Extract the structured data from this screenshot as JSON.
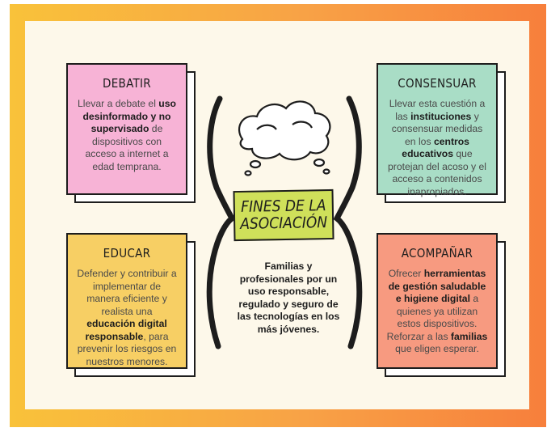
{
  "center": {
    "title_line1": "FINES DE LA",
    "title_line2": "ASOCIACIÓN",
    "description": "Familias y profesionales por un uso responsable, regulado y seguro de las tecnologías en los más jóvenes."
  },
  "cards": {
    "debatir": {
      "title": "DEBATIR",
      "t1": "Llevar a debate el ",
      "b1": "uso desinformado y no supervisado",
      "t2": " de dispositivos con acceso a internet a edad temprana."
    },
    "consensuar": {
      "title": "CONSENSUAR",
      "t1": "Llevar esta cuestión a las ",
      "b1": "instituciones",
      "t2": " y consensuar medidas en los ",
      "b2": "centros educativos",
      "t3": " que protejan del acoso y el acceso a contenidos inapropiados."
    },
    "educar": {
      "title": "EDUCAR",
      "t1": "Defender y contribuir a implementar de manera eficiente y realista una ",
      "b1": "educación digital responsable",
      "t2": ", para prevenir los riesgos en nuestros menores."
    },
    "acompanar": {
      "title": "ACOMPAÑAR",
      "t1": "Ofrecer ",
      "b1": "herramientas de gestión saludable e higiene digital",
      "t2": " a quienes ya utilizan estos dispositivos. Reforzar a las ",
      "b2": "familias",
      "t3": " que eligen esperar."
    }
  },
  "colors": {
    "debatir": "#f7b3d6",
    "consensuar": "#a9ddc6",
    "educar": "#f7cf64",
    "acompanar": "#f79a80",
    "center": "#cfe05a"
  },
  "icons": [
    "thought-cloud-icon",
    "left-brace-icon",
    "right-brace-icon"
  ]
}
